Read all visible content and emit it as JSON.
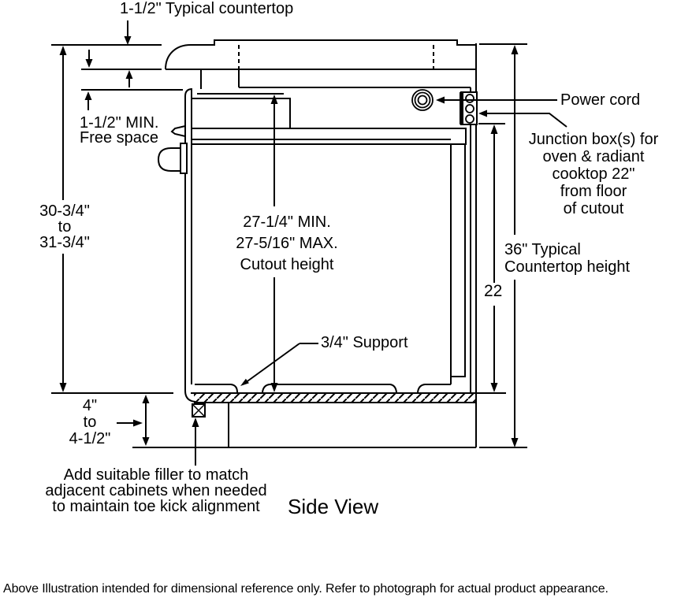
{
  "diagram": {
    "view_title": "Side View",
    "footnote": "Above Illustration intended for dimensional reference only. Refer to photograph for actual product appearance.",
    "labels": {
      "countertop_typical": "1-1/2\" Typical countertop",
      "free_space": [
        "1-1/2\" MIN.",
        "Free space"
      ],
      "oven_height_range": [
        "30-3/4\"",
        "to",
        "31-3/4\""
      ],
      "cutout_height": [
        "27-1/4\" MIN.",
        "27-5/16\" MAX.",
        "Cutout height"
      ],
      "power_cord": "Power cord",
      "junction_box": [
        "Junction box(s) for",
        "oven & radiant",
        "cooktop 22\"",
        "from floor",
        "of cutout"
      ],
      "countertop_height": [
        "36\" Typical",
        "Countertop height"
      ],
      "junction_height_in": "22",
      "support": "3/4\" Support",
      "toe_kick_range": [
        "4\"",
        "to",
        "4-1/2\""
      ],
      "filler_note": [
        "Add suitable filler to match",
        "adjacent cabinets when needed",
        "to maintain toe kick alignment"
      ]
    },
    "colors": {
      "line": "#000000",
      "background": "#ffffff"
    }
  }
}
